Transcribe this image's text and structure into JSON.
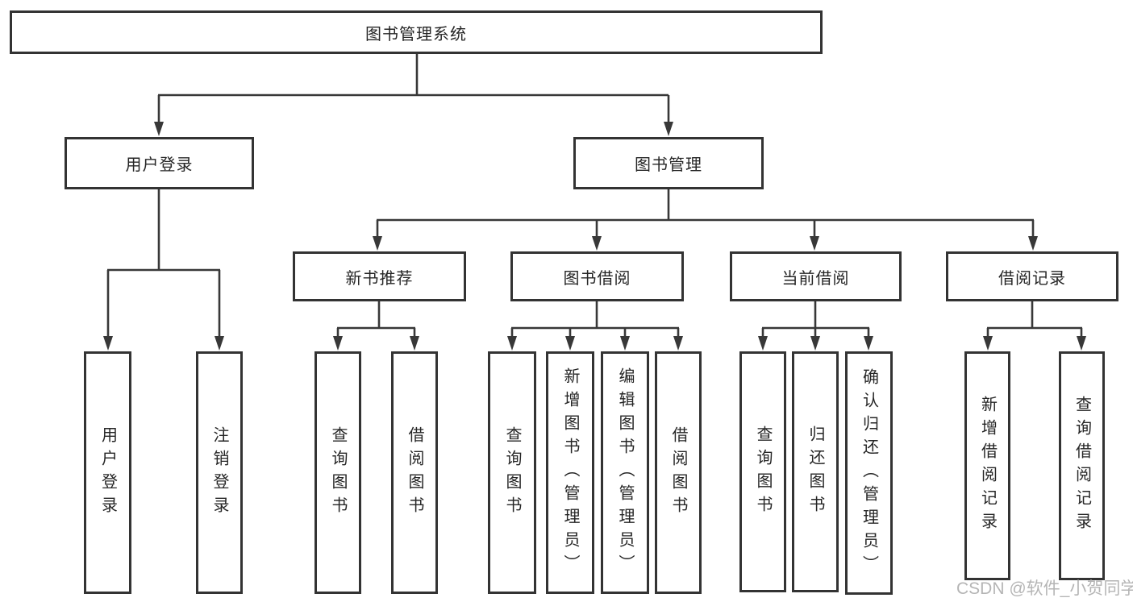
{
  "diagram": {
    "type": "hierarchy-tree",
    "title": "图书管理系统",
    "colors": {
      "background": "#ffffff",
      "line": "#383838",
      "box_border": "#333333",
      "text": "#262626",
      "watermark_text": "#b5b5b5"
    }
  },
  "root": {
    "label": "图书管理系统"
  },
  "level2": [
    {
      "label": "用户登录"
    },
    {
      "label": "图书管理"
    }
  ],
  "level3": [
    {
      "label": "新书推荐",
      "parent": "图书管理"
    },
    {
      "label": "图书借阅",
      "parent": "图书管理"
    },
    {
      "label": "当前借阅",
      "parent": "图书管理"
    },
    {
      "label": "借阅记录",
      "parent": "图书管理"
    }
  ],
  "leaves": [
    {
      "label": "用户登录",
      "parent": "用户登录"
    },
    {
      "label": "注销登录",
      "parent": "用户登录"
    },
    {
      "label": "查询图书",
      "parent": "新书推荐"
    },
    {
      "label": "借阅图书",
      "parent": "新书推荐"
    },
    {
      "label": "查询图书",
      "parent": "图书借阅"
    },
    {
      "label": "新增图书（管理员）",
      "parent": "图书借阅"
    },
    {
      "label": "编辑图书（管理员）",
      "parent": "图书借阅"
    },
    {
      "label": "借阅图书",
      "parent": "图书借阅"
    },
    {
      "label": "查询图书",
      "parent": "当前借阅"
    },
    {
      "label": "归还图书",
      "parent": "当前借阅"
    },
    {
      "label": "确认归还（管理员）",
      "parent": "当前借阅"
    },
    {
      "label": "新增借阅记录",
      "parent": "借阅记录"
    },
    {
      "label": "查询借阅记录",
      "parent": "借阅记录"
    }
  ],
  "watermark": "CSDN @软件_小贺同学"
}
